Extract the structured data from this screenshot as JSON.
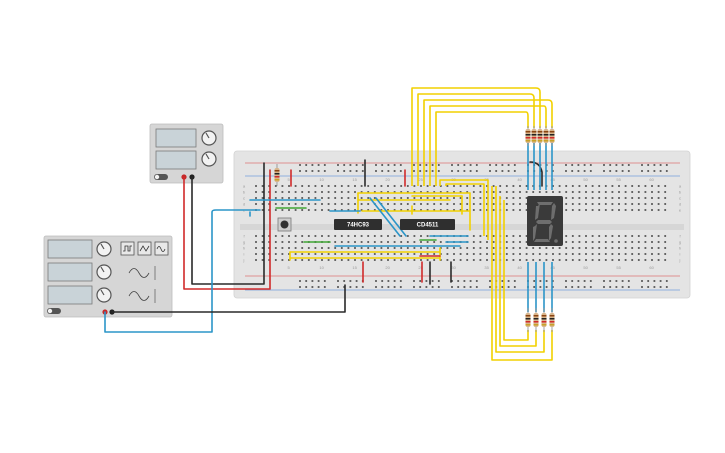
{
  "ics": {
    "counter_label": "74HC93",
    "decoder_label": "CD4511"
  },
  "column_labels": [
    "5",
    "10",
    "15",
    "20",
    "25",
    "30",
    "35",
    "40",
    "45",
    "50",
    "55",
    "60"
  ],
  "row_labels": [
    "a",
    "b",
    "c",
    "d",
    "e",
    "f",
    "g",
    "h",
    "i",
    "j"
  ],
  "colors": {
    "wire_yellow": "#f2d100",
    "wire_blue": "#2b95c8",
    "wire_red": "#d12a2a",
    "wire_black": "#2a2a2a",
    "wire_green": "#3fa535",
    "breadboard": "#e4e4e4",
    "instrument": "#d6d6d6"
  }
}
